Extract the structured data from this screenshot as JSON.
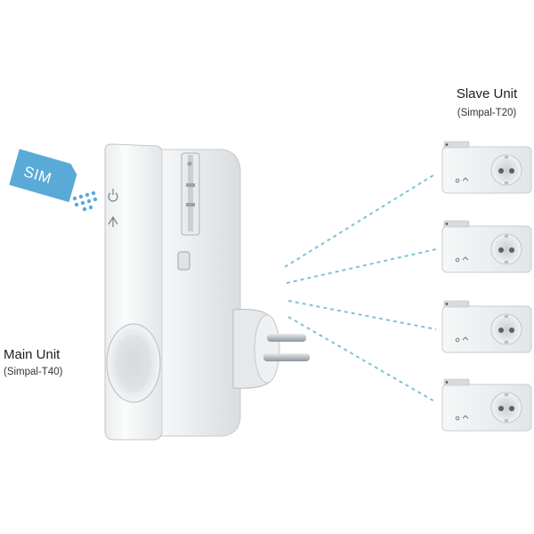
{
  "sim_card": {
    "label": "SIM",
    "color": "#5aaad8"
  },
  "main_unit": {
    "title": "Main Unit",
    "model": "(Simpal-T40)",
    "color": "#f2f4f5"
  },
  "slave_unit": {
    "title": "Slave Unit",
    "model": "(Simpal-T20)",
    "count": 4,
    "color": "#f4f6f7"
  },
  "signal_link_color": "#7fc3d6",
  "icons": [
    "power-icon",
    "signal-icon",
    "button-icon",
    "wireless-dots-icon"
  ]
}
